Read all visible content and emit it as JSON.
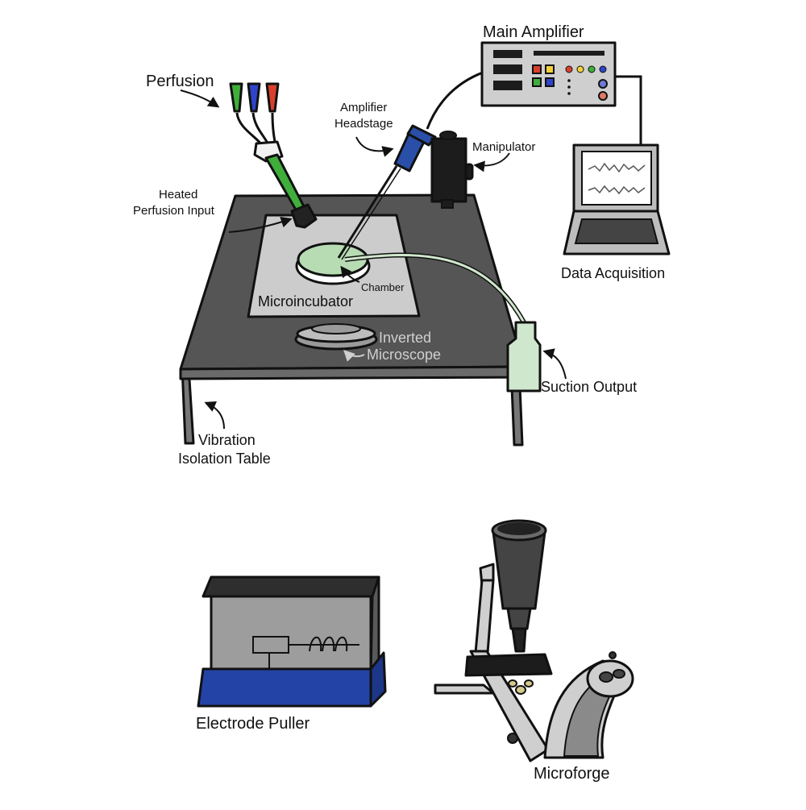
{
  "labels": {
    "main_amplifier": "Main Amplifier",
    "perfusion": "Perfusion",
    "amplifier_headstage_1": "Amplifier",
    "amplifier_headstage_2": "Headstage",
    "manipulator": "Manipulator",
    "heated_perfusion_1": "Heated",
    "heated_perfusion_2": "Perfusion Input",
    "chamber": "Chamber",
    "microincubator": "Microincubator",
    "data_acquisition": "Data Acquisition",
    "inverted_microscope_1": "Inverted",
    "inverted_microscope_2": "Microscope",
    "suction_output": "Suction Output",
    "vibration_table_1": "Vibration",
    "vibration_table_2": "Isolation Table",
    "electrode_puller": "Electrode Puller",
    "microforge": "Microforge"
  },
  "colors": {
    "table_top": "#555555",
    "incubator": "#cccccc",
    "chamber_fluid": "#b7dcb4",
    "amplifier_body": "#cfcfcf",
    "puller_base": "#2443a6",
    "headstage": "#2a4fa8",
    "perfusion_green": "#3fae3a",
    "perfusion_blue": "#2f44c9",
    "perfusion_red": "#d9402b"
  },
  "icons": [
    "perfusion-tubes",
    "headstage",
    "manipulator",
    "amplifier",
    "laptop",
    "suction-bottle",
    "microscope-objective",
    "puller",
    "microforge"
  ]
}
